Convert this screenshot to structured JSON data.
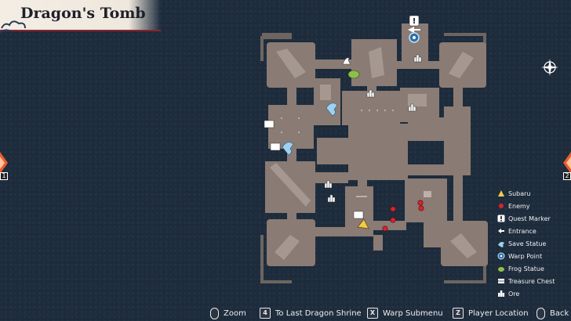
{
  "header": {
    "title": "Dragon's Tomb"
  },
  "colors": {
    "floor": "#8a7b74",
    "floor_dark": "#776a63",
    "wall": "#5c5550",
    "background": "#1d2b3b",
    "enemy": "#d8232a",
    "subaru": "#f2c94c",
    "warp": "#7ab8e8"
  },
  "side_keys": {
    "left": "1",
    "right": "2"
  },
  "legend": {
    "items": [
      {
        "icon": "subaru-marker-icon",
        "label": "Subaru"
      },
      {
        "icon": "enemy-dot-icon",
        "label": "Enemy"
      },
      {
        "icon": "quest-marker-icon",
        "label": "Quest Marker"
      },
      {
        "icon": "entrance-icon",
        "label": "Entrance"
      },
      {
        "icon": "save-statue-icon",
        "label": "Save Statue"
      },
      {
        "icon": "warp-point-icon",
        "label": "Warp Point"
      },
      {
        "icon": "frog-statue-icon",
        "label": "Frog Statue"
      },
      {
        "icon": "treasure-chest-icon",
        "label": "Treasure Chest"
      },
      {
        "icon": "ore-icon",
        "label": "Ore"
      }
    ]
  },
  "controls": [
    {
      "key": "",
      "key_type": "mouse",
      "label": "Zoom"
    },
    {
      "key": "4",
      "key_type": "key",
      "label": "To Last Dragon Shrine"
    },
    {
      "key": "X",
      "key_type": "key",
      "label": "Warp Submenu"
    },
    {
      "key": "Z",
      "key_type": "key",
      "label": "Player Location"
    },
    {
      "key": "",
      "key_type": "mouse",
      "label": "Back"
    }
  ]
}
